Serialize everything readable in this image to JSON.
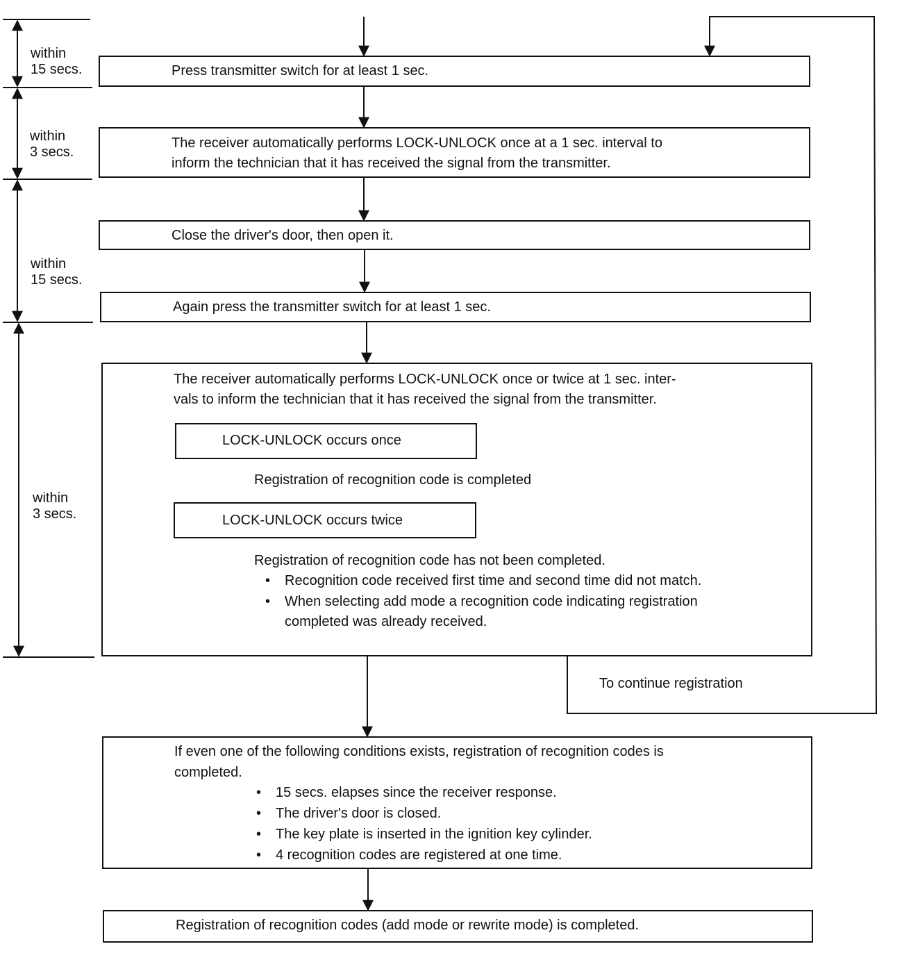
{
  "timing": {
    "t1": {
      "word": "within",
      "value": "15 secs."
    },
    "t2": {
      "word": "within",
      "value": "3 secs."
    },
    "t3": {
      "word": "within",
      "value": "15 secs."
    },
    "t4": {
      "word": "within",
      "value": "3 secs."
    }
  },
  "steps": {
    "press_switch": "Press transmitter switch for at least 1 sec.",
    "receiver_confirm": [
      "The receiver automatically performs LOCK-UNLOCK once at a 1 sec. interval to",
      "inform the technician that it has received the signal from the transmitter."
    ],
    "door_cycle": "Close the driver's door, then open it.",
    "press_again": "Again press the transmitter switch for at least 1 sec.",
    "receiver_result": [
      "The receiver automatically performs LOCK-UNLOCK once or twice at 1 sec. inter-",
      "vals to inform the technician that it has received the signal from the transmitter."
    ],
    "once_box": "LOCK-UNLOCK occurs once",
    "once_result": "Registration of recognition code is completed",
    "twice_box": "LOCK-UNLOCK occurs twice",
    "twice_result": "Registration of recognition code has not been completed.",
    "twice_reasons": [
      "Recognition code received first time and second time did not match.",
      "When selecting add mode a recognition code indicating registration",
      "completed was already received."
    ],
    "continue_label": "To continue registration",
    "conditions_intro": [
      "If even one of the following conditions exists, registration of recognition codes is",
      "completed."
    ],
    "conditions": [
      "15 secs. elapses since the receiver response.",
      "The driver's door is closed.",
      "The key plate is inserted in the ignition key cylinder.",
      "4 recognition codes are registered at one time."
    ],
    "final": "Registration of recognition codes (add mode or rewrite mode) is completed."
  }
}
